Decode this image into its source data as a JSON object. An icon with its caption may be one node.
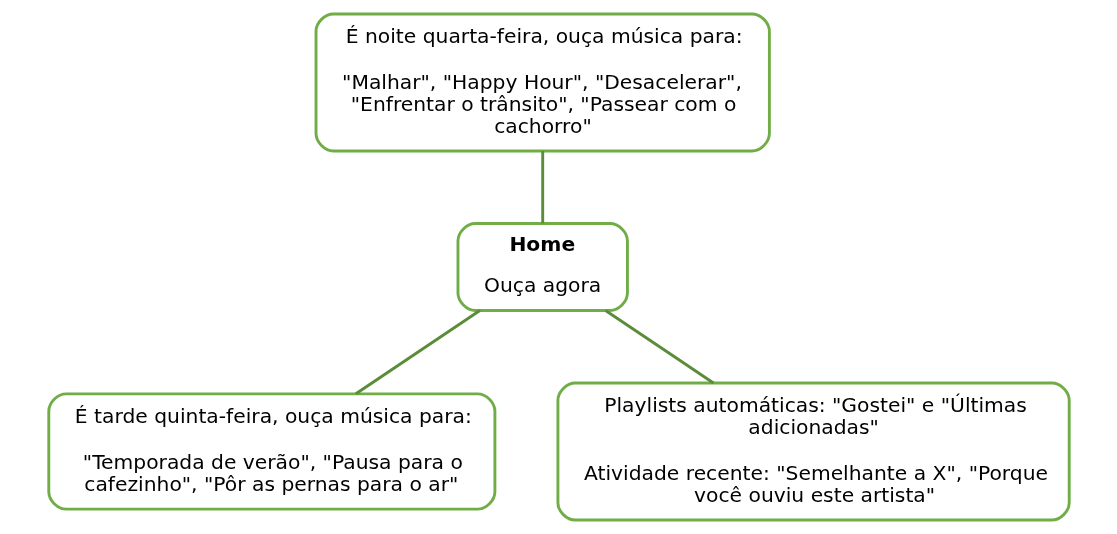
{
  "diagram": {
    "nodes": [
      {
        "text": [
          "É noite quarta-feira, ouça música para:",
          "\"Malhar\", \"Happy Hour\", \"Desacelerar\", \"Enfrentar o trânsito\", \"Passear com o cachorro\""
        ]
      },
      {
        "text": [
          "Home",
          "Ouça agora"
        ]
      },
      {
        "text": [
          "É tarde quinta-feira, ouça música para:",
          "\"Temporada de verão\", \"Pausa para o cafezinho\", \"Pôr as pernas para o ar\""
        ]
      },
      {
        "text": [
          "Playlists automáticas: \"Gostei\" e \"Últimas adicionadas\"",
          "Atividade recente: \"Semelhante a X\", \"Porque você ouviu este artista\""
        ]
      }
    ],
    "edges": [
      {
        "from": 0,
        "to": 1,
        "arrow": "none"
      },
      {
        "from": 1,
        "to": 2,
        "arrow": "none"
      },
      {
        "from": 1,
        "to": 3,
        "arrow": "none"
      }
    ]
  }
}
